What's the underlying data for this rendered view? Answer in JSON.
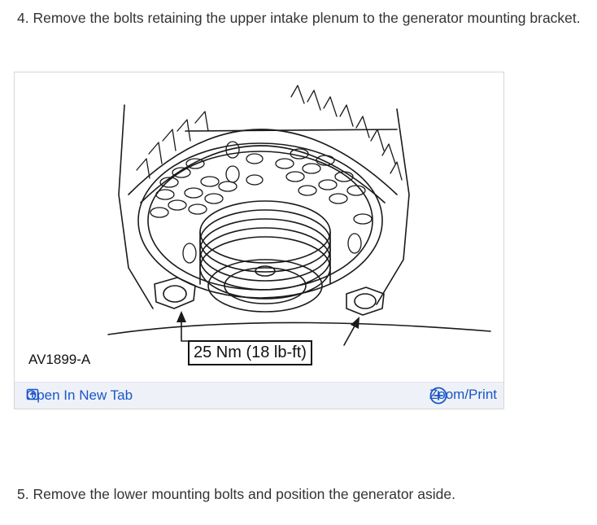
{
  "steps": {
    "step4": "4. Remove the bolts retaining the upper intake plenum to the generator mounting bracket.",
    "step5": "5. Remove the lower mounting bolts and position the generator aside."
  },
  "figure": {
    "id_label": "AV1899-A",
    "callout": "25 Nm (18 lb-ft)",
    "open_tab_label": "Open In New Tab",
    "zoom_label": "Zoom/Print",
    "icons": {
      "open_tab": "open-in-new-tab-icon",
      "zoom": "plus-circle-icon"
    }
  },
  "colors": {
    "link": "#1a56c8",
    "footer_bg": "#eef1f7",
    "border": "#d6d6d6"
  }
}
